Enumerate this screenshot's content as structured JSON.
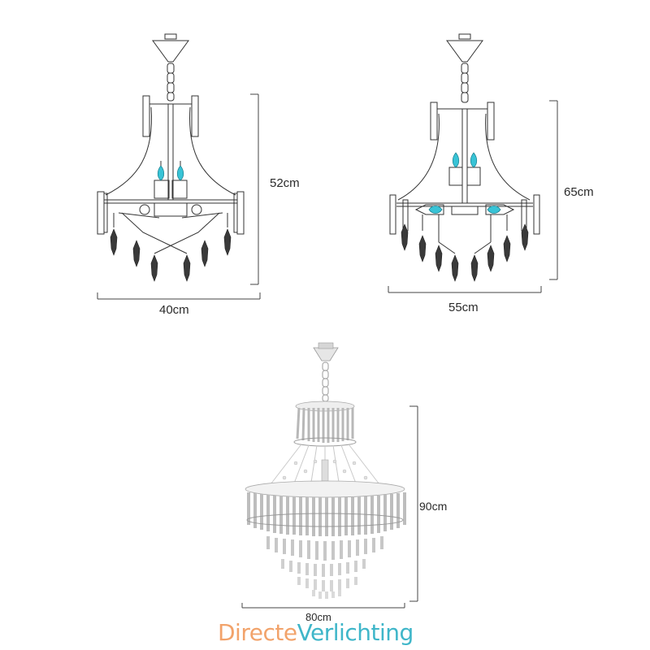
{
  "figures": {
    "small": {
      "width_label": "40cm",
      "height_label": "52cm"
    },
    "medium": {
      "width_label": "55cm",
      "height_label": "65cm"
    },
    "large": {
      "width_label": "80cm",
      "height_label": "90cm"
    }
  },
  "brand": {
    "part1": "Directe",
    "part2": "Verlichting"
  },
  "colors": {
    "line": "#333333",
    "accent_bulb": "#38c3d6",
    "logo_orange": "#f2a36b",
    "logo_teal": "#3fb6c9"
  }
}
